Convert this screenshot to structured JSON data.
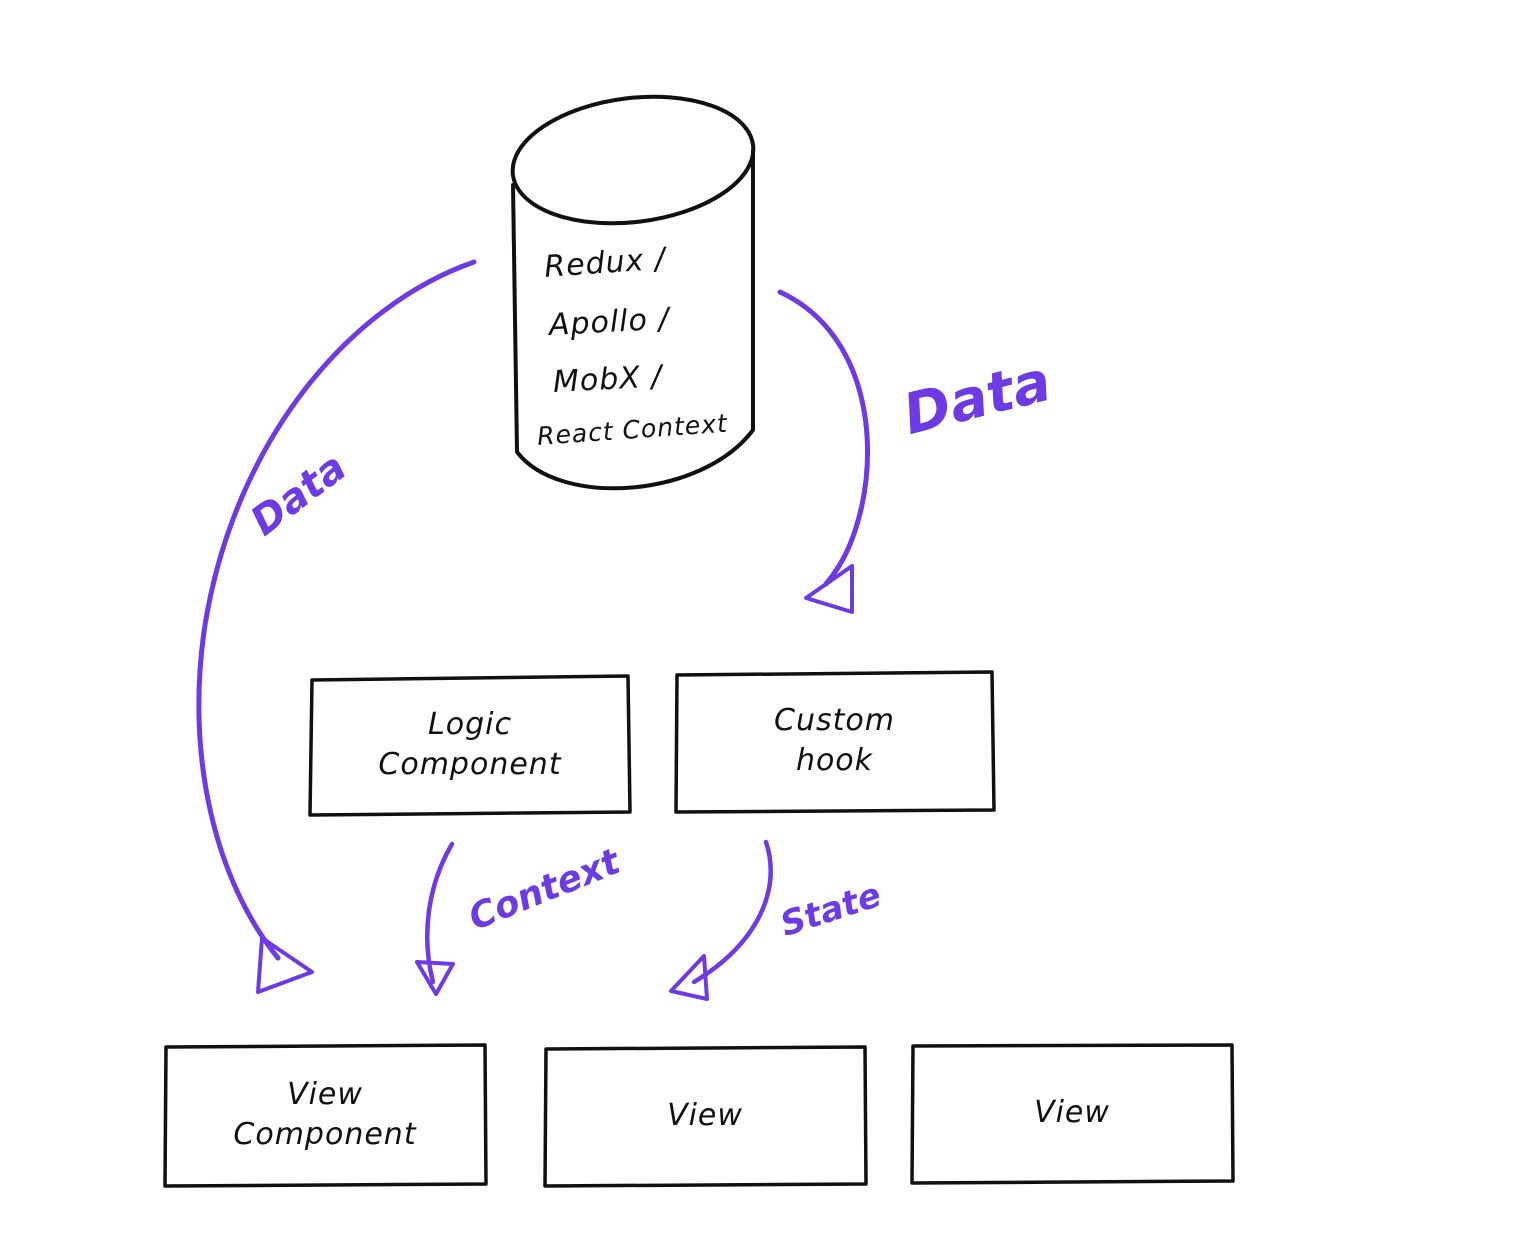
{
  "colors": {
    "ink": "#101010",
    "accent": "#6d3ae3",
    "background": "#ffffff"
  },
  "store": {
    "lines": [
      "Redux /",
      "Apollo /",
      "MobX /",
      "React Context"
    ]
  },
  "boxes": {
    "logic": "Logic\nComponent",
    "custom_hook": "Custom\nhook",
    "view_component": "View\nComponent",
    "view_mid": "View",
    "view_right": "View"
  },
  "arrow_labels": {
    "data_left": "Data",
    "data_right": "Data",
    "context": "Context",
    "state": "State"
  }
}
